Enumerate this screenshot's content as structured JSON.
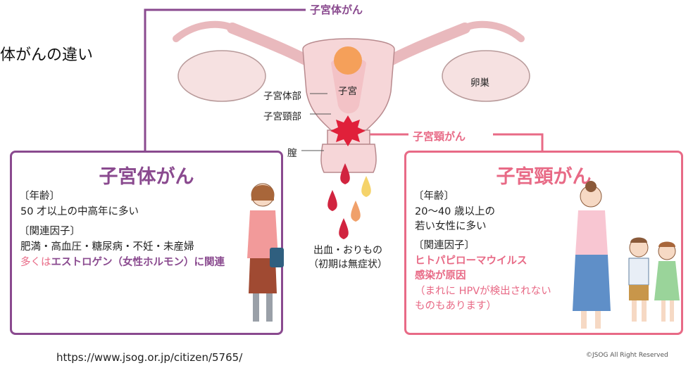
{
  "heading": "体がんの違い",
  "tags": {
    "body_cancer": "子宮体がん",
    "cervical_cancer": "子宮頸がん"
  },
  "anatomy": {
    "uterus_label": "子宮",
    "ovary_label": "卵巣",
    "body_part_label": "子宮体部",
    "cervix_part_label": "子宮頸部",
    "vagina_label": "膣"
  },
  "bleeding": {
    "line1": "出血・おりもの",
    "line2": "（初期は無症状）"
  },
  "left_box": {
    "title": "子宮体がん",
    "age_heading": "〔年齢〕",
    "age_text": "50 才以上の中高年に多い",
    "factor_heading": "〔関連因子〕",
    "factor_text": "肥満・高血圧・糖尿病・不妊・未産婦",
    "factor_prefix": "多くは",
    "factor_highlight": "エストロゲン（女性ホルモン）に関連"
  },
  "right_box": {
    "title": "子宮頸がん",
    "age_heading": "〔年齢〕",
    "age_text1": "20〜40 歳以上の",
    "age_text2": "若い女性に多い",
    "factor_heading": "〔関連因子〕",
    "factor_highlight1": "ヒトパピローマウイルス",
    "factor_highlight2": "感染が原因",
    "note1": "（まれに HPVが検出されない",
    "note2": "ものもあります）"
  },
  "url": "https://www.jsog.or.jp/citizen/5765/",
  "copyright": "©JSOG All Right Reserved",
  "colors": {
    "body_accent": "#8a4a8f",
    "cervix_accent": "#e86a86",
    "uterus_fill": "#f6d6d8",
    "tumor_body": "#f5a05a",
    "tumor_cervix": "#e0203a"
  }
}
